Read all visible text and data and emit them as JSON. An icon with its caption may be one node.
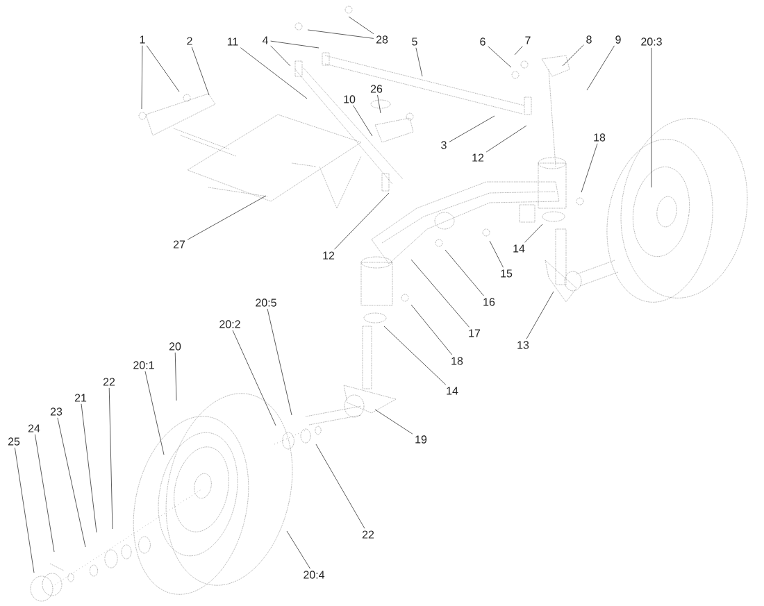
{
  "diagram": {
    "nodes": [
      {
        "text": [
          "1"
        ]
      },
      {
        "text": [
          "2"
        ]
      },
      {
        "text": [
          "11"
        ]
      },
      {
        "text": [
          "4"
        ]
      },
      {
        "text": [
          "28"
        ]
      },
      {
        "text": [
          "5"
        ]
      },
      {
        "text": [
          "6"
        ]
      },
      {
        "text": [
          "7"
        ]
      },
      {
        "text": [
          "8"
        ]
      },
      {
        "text": [
          "9"
        ]
      },
      {
        "text": [
          "20:3"
        ]
      },
      {
        "text": [
          "26"
        ]
      },
      {
        "text": [
          "10"
        ]
      },
      {
        "text": [
          "18"
        ]
      },
      {
        "text": [
          "3"
        ]
      },
      {
        "text": [
          "12"
        ]
      },
      {
        "text": [
          "27"
        ]
      },
      {
        "text": [
          "14"
        ]
      },
      {
        "text": [
          "12"
        ]
      },
      {
        "text": [
          "15"
        ]
      },
      {
        "text": [
          "20:5"
        ]
      },
      {
        "text": [
          "16"
        ]
      },
      {
        "text": [
          "20:2"
        ]
      },
      {
        "text": [
          "17"
        ]
      },
      {
        "text": [
          "13"
        ]
      },
      {
        "text": [
          "20"
        ]
      },
      {
        "text": [
          "18"
        ]
      },
      {
        "text": [
          "20:1"
        ]
      },
      {
        "text": [
          "22"
        ]
      },
      {
        "text": [
          "14"
        ]
      },
      {
        "text": [
          "21"
        ]
      },
      {
        "text": [
          "23"
        ]
      },
      {
        "text": [
          "24"
        ]
      },
      {
        "text": [
          "19"
        ]
      },
      {
        "text": [
          "25"
        ]
      },
      {
        "text": [
          "22"
        ]
      },
      {
        "text": [
          "20:4"
        ]
      }
    ],
    "edges": [
      {
        "from": 0,
        "to": null,
        "arrow": "none"
      },
      {
        "from": 0,
        "to": null,
        "arrow": "none"
      },
      {
        "from": 1,
        "to": null,
        "arrow": "none"
      },
      {
        "from": 2,
        "to": null,
        "arrow": "none"
      },
      {
        "from": 3,
        "to": null,
        "arrow": "none"
      },
      {
        "from": 3,
        "to": null,
        "arrow": "none"
      },
      {
        "from": 4,
        "to": null,
        "arrow": "none"
      },
      {
        "from": 4,
        "to": null,
        "arrow": "none"
      },
      {
        "from": 5,
        "to": null,
        "arrow": "none"
      },
      {
        "from": 6,
        "to": null,
        "arrow": "none"
      },
      {
        "from": 7,
        "to": null,
        "arrow": "none"
      },
      {
        "from": 8,
        "to": null,
        "arrow": "none"
      },
      {
        "from": 9,
        "to": null,
        "arrow": "none"
      },
      {
        "from": 10,
        "to": null,
        "arrow": "none"
      },
      {
        "from": 11,
        "to": null,
        "arrow": "none"
      },
      {
        "from": 12,
        "to": null,
        "arrow": "none"
      },
      {
        "from": 13,
        "to": null,
        "arrow": "none"
      },
      {
        "from": 14,
        "to": null,
        "arrow": "none"
      },
      {
        "from": 15,
        "to": null,
        "arrow": "none"
      },
      {
        "from": 16,
        "to": null,
        "arrow": "none"
      },
      {
        "from": 17,
        "to": null,
        "arrow": "none"
      },
      {
        "from": 18,
        "to": null,
        "arrow": "none"
      },
      {
        "from": 19,
        "to": null,
        "arrow": "none"
      },
      {
        "from": 20,
        "to": null,
        "arrow": "none"
      },
      {
        "from": 21,
        "to": null,
        "arrow": "none"
      },
      {
        "from": 22,
        "to": null,
        "arrow": "none"
      },
      {
        "from": 23,
        "to": null,
        "arrow": "none"
      },
      {
        "from": 24,
        "to": null,
        "arrow": "none"
      },
      {
        "from": 25,
        "to": null,
        "arrow": "none"
      },
      {
        "from": 26,
        "to": null,
        "arrow": "none"
      },
      {
        "from": 27,
        "to": null,
        "arrow": "none"
      },
      {
        "from": 28,
        "to": null,
        "arrow": "none"
      },
      {
        "from": 29,
        "to": null,
        "arrow": "none"
      },
      {
        "from": 30,
        "to": null,
        "arrow": "none"
      },
      {
        "from": 31,
        "to": null,
        "arrow": "none"
      },
      {
        "from": 32,
        "to": null,
        "arrow": "none"
      },
      {
        "from": 33,
        "to": null,
        "arrow": "none"
      },
      {
        "from": 34,
        "to": null,
        "arrow": "none"
      },
      {
        "from": 35,
        "to": null,
        "arrow": "none"
      },
      {
        "from": 36,
        "to": null,
        "arrow": "none"
      }
    ]
  }
}
